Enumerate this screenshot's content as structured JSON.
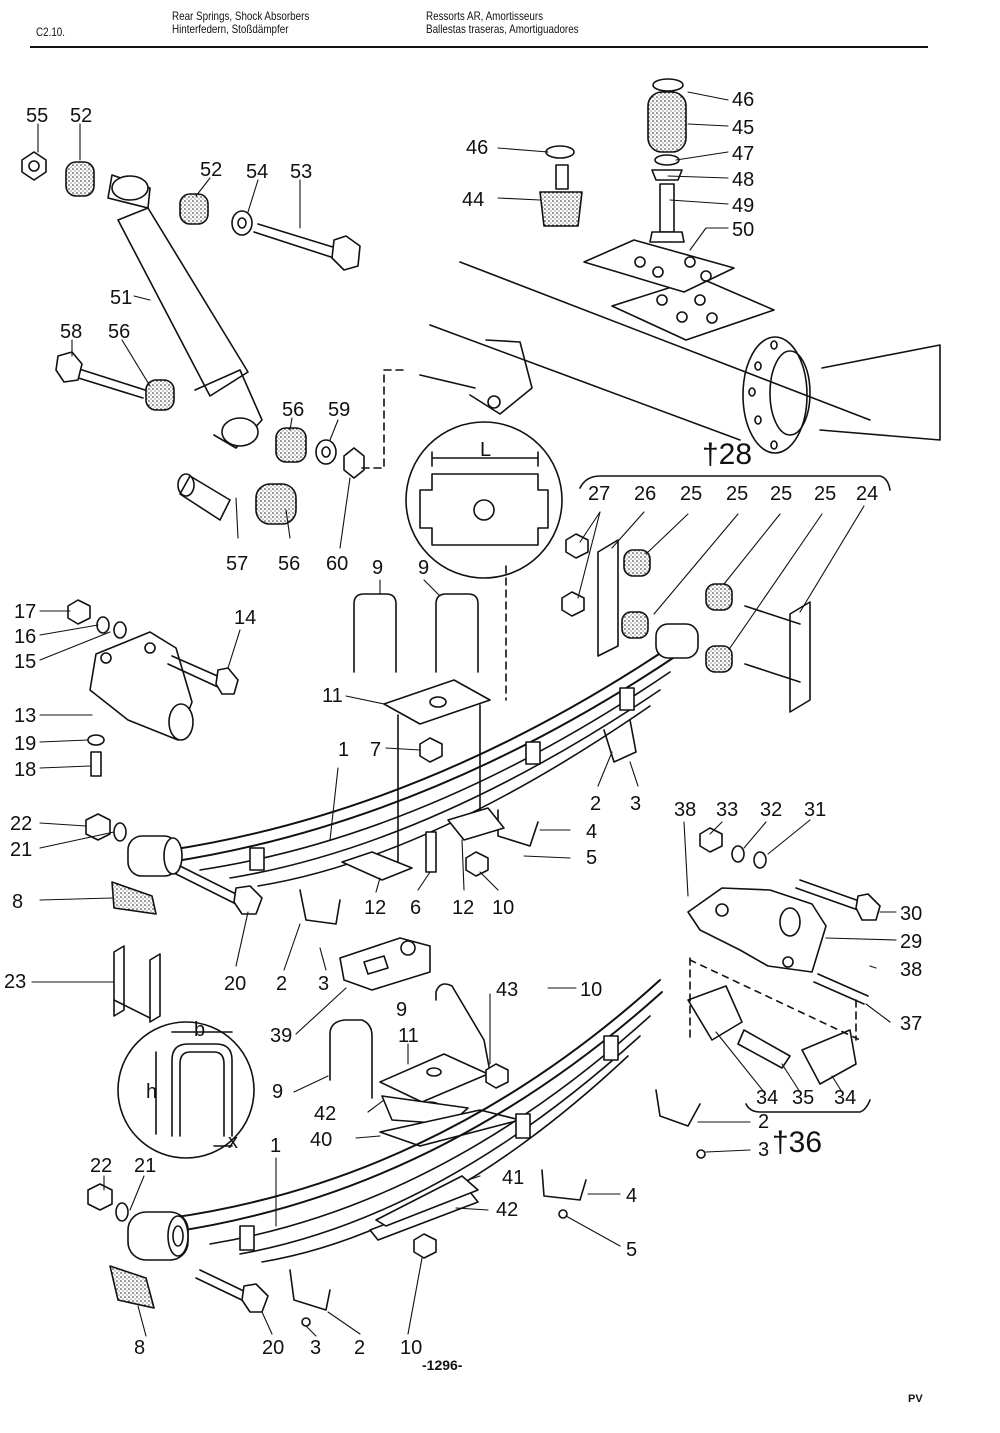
{
  "header": {
    "code": "C2.10.",
    "title_en": "Rear Springs, Shock Absorbers",
    "title_de": "Hinterfedern, Stoßdämpfer",
    "title_fr": "Ressorts AR, Amortisseurs",
    "title_es": "Ballestas traseras, Amortiguadores"
  },
  "insets": {
    "plate_dimension": "L",
    "ubolt_width": "b",
    "ubolt_height": "h",
    "ubolt_thread": "x"
  },
  "groups": {
    "g28": "†28",
    "g36": "†36"
  },
  "labels": {
    "l55": "55",
    "l52a": "52",
    "l52b": "52",
    "l54": "54",
    "l53": "53",
    "l46a": "46",
    "l46b": "46",
    "l45": "45",
    "l47": "47",
    "l48": "48",
    "l49": "49",
    "l50": "50",
    "l44": "44",
    "l51": "51",
    "l58": "58",
    "l56a": "56",
    "l56b": "56",
    "l59": "59",
    "l56c": "56",
    "l57": "57",
    "l60": "60",
    "l27": "27",
    "l26": "26",
    "l25a": "25",
    "l25b": "25",
    "l25c": "25",
    "l25d": "25",
    "l24": "24",
    "l9a": "9",
    "l9b": "9",
    "l17": "17",
    "l16": "16",
    "l15": "15",
    "l14": "14",
    "l11a": "11",
    "l13": "13",
    "l19": "19",
    "l18": "18",
    "l1a": "1",
    "l7": "7",
    "l2a": "2",
    "l3a": "3",
    "l38a": "38",
    "l33": "33",
    "l32": "32",
    "l31": "31",
    "l22a": "22",
    "l21a": "21",
    "l4a": "4",
    "l5a": "5",
    "l8a": "8",
    "l20a": "20",
    "l12a": "12",
    "l6": "6",
    "l12b": "12",
    "l10a": "10",
    "l30": "30",
    "l29": "29",
    "l23": "23",
    "l2b": "2",
    "l3b": "3",
    "l38b": "38",
    "l37": "37",
    "l9c": "9",
    "l43": "43",
    "l10b": "10",
    "l39": "39",
    "l11b": "11",
    "l9d": "9",
    "l42a": "42",
    "l40": "40",
    "l34a": "34",
    "l35": "35",
    "l34b": "34",
    "l2c": "2",
    "l3c": "3",
    "l1b": "1",
    "l22b": "22",
    "l21b": "21",
    "l41": "41",
    "l42b": "42",
    "l4b": "4",
    "l5b": "5",
    "l8b": "8",
    "l20b": "20",
    "l3d": "3",
    "l2d": "2",
    "l10c": "10"
  },
  "footer": {
    "page": "-1296-",
    "code": "PV"
  },
  "colors": {
    "ink": "#111111",
    "paper": "#ffffff"
  }
}
